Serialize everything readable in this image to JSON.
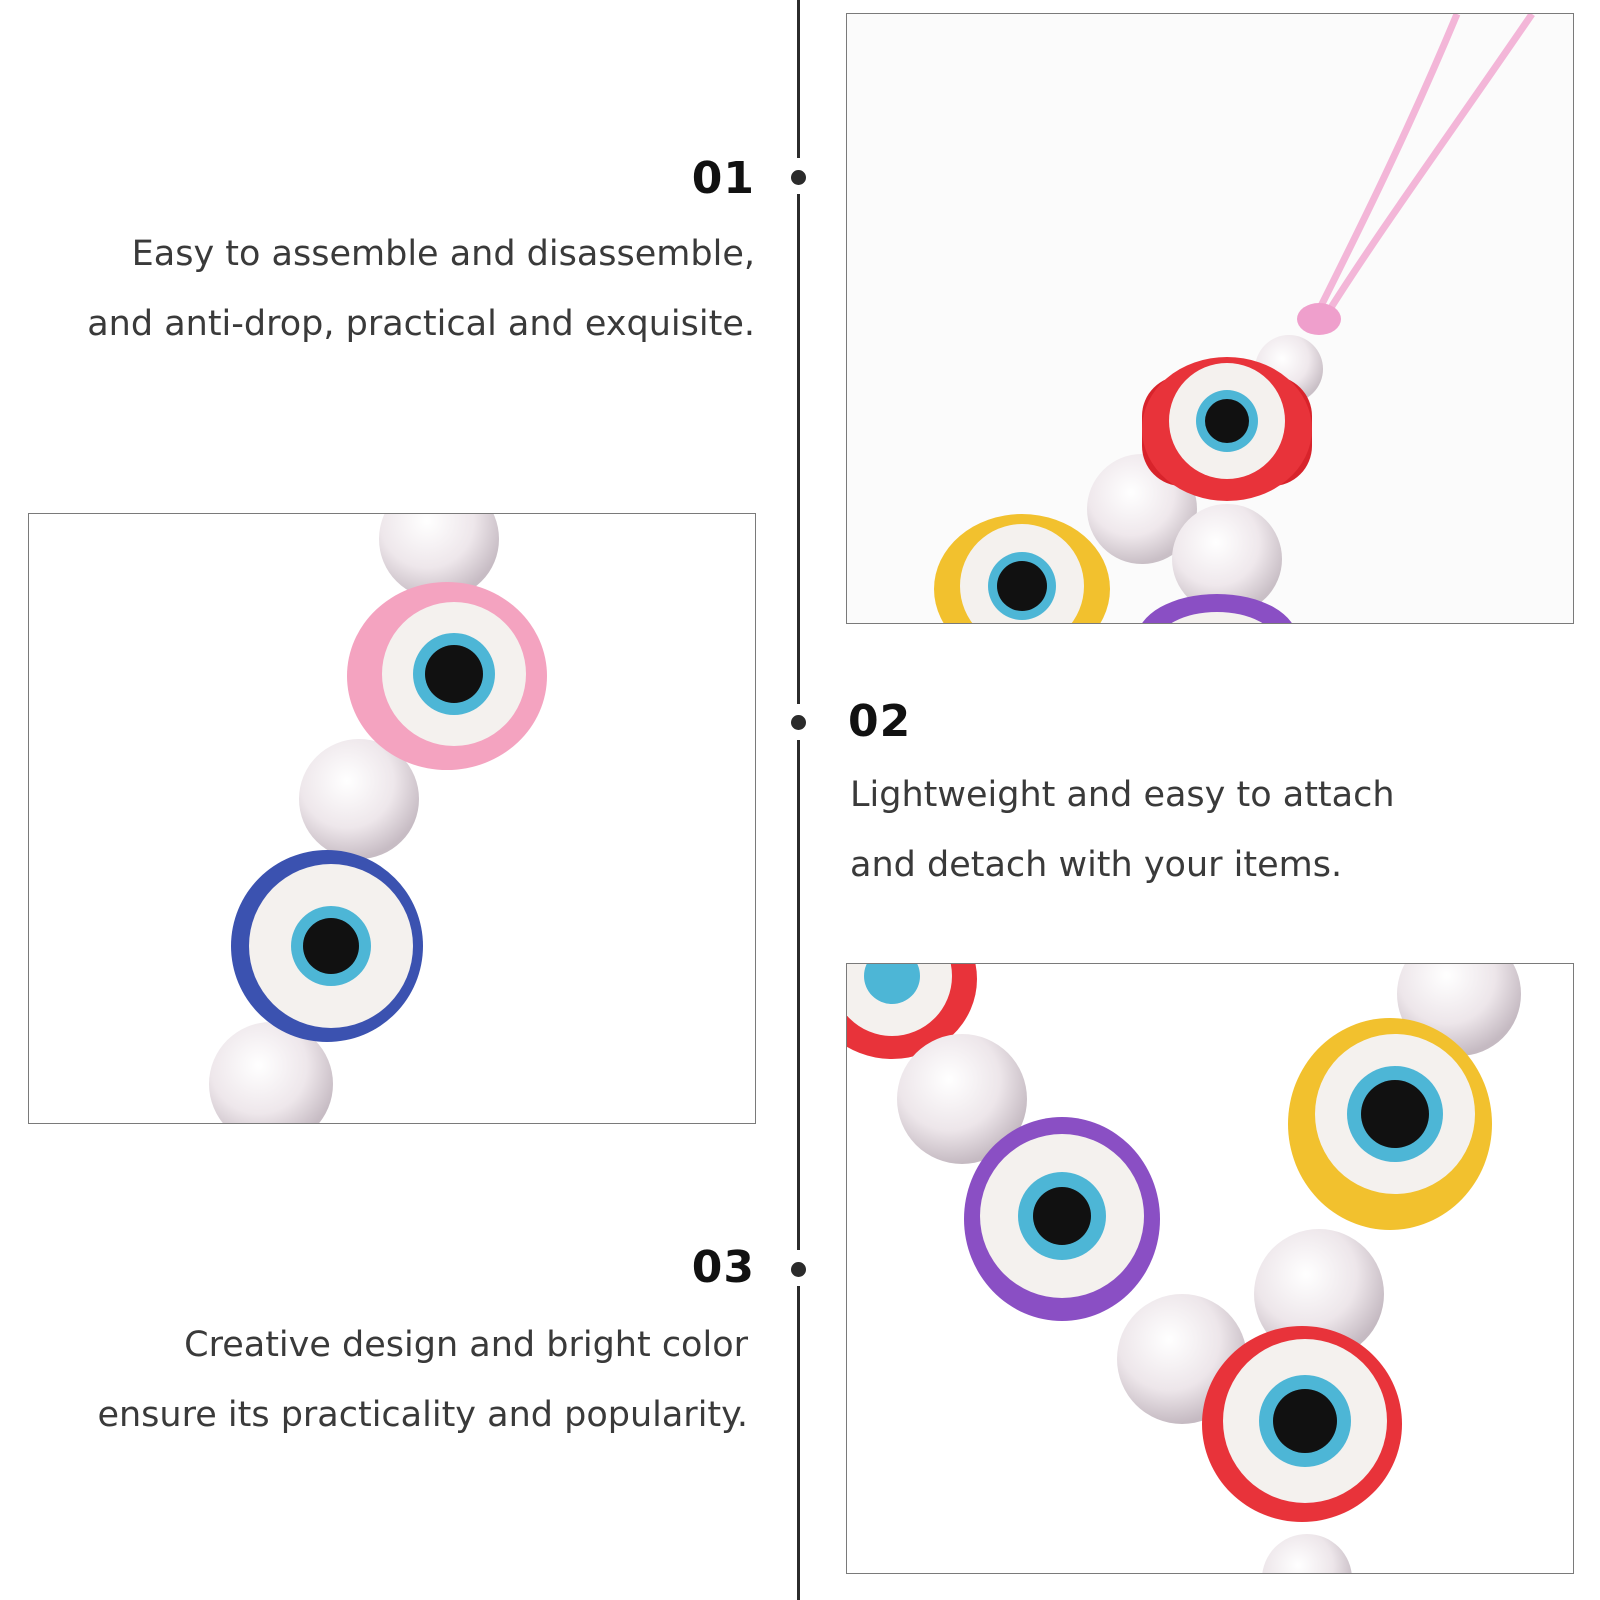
{
  "features": [
    {
      "number": "01",
      "lines": [
        "Easy to assemble and disassemble,",
        "and anti-drop, practical and exquisite."
      ]
    },
    {
      "number": "02",
      "lines": [
        "Lightweight and easy to attach",
        "and detach with your items."
      ]
    },
    {
      "number": "03",
      "lines": [
        "Creative design and bright color",
        "ensure its practicality and popularity."
      ]
    }
  ],
  "photos": [
    {
      "subject": "pink cord with red and yellow evil eye beads and pearls"
    },
    {
      "subject": "pink and blue evil eye beads with pearls"
    },
    {
      "subject": "red, purple, yellow evil eye beads with pearls"
    }
  ],
  "colors": {
    "bead_red": "#e8333a",
    "bead_yellow": "#f2c12e",
    "bead_pink": "#f4a3c0",
    "bead_blue": "#3b52b0",
    "bead_purple": "#8a4fc4",
    "iris": "#4db6d6",
    "cord": "#f3b6d8"
  }
}
